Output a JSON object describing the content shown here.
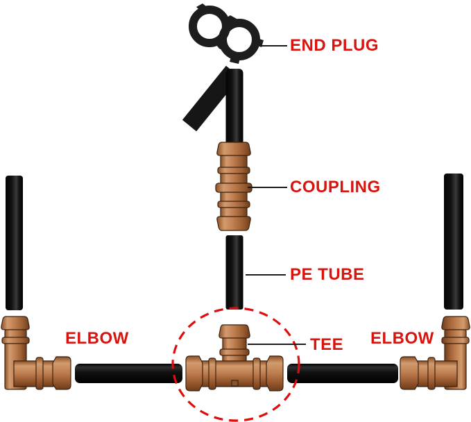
{
  "diagram": {
    "background": "#ffffff",
    "label_color": "#d9140f",
    "circle_color": "#e00d0d",
    "leader_line_color": "#1a1a1a",
    "tube_color": "#141414",
    "fitting_color": "#bd7c4e",
    "labels": {
      "end_plug": "END PLUG",
      "coupling": "COUPLING",
      "pe_tube": "PE TUBE",
      "tee": "TEE",
      "elbow_left": "ELBOW",
      "elbow_right": "ELBOW"
    }
  }
}
